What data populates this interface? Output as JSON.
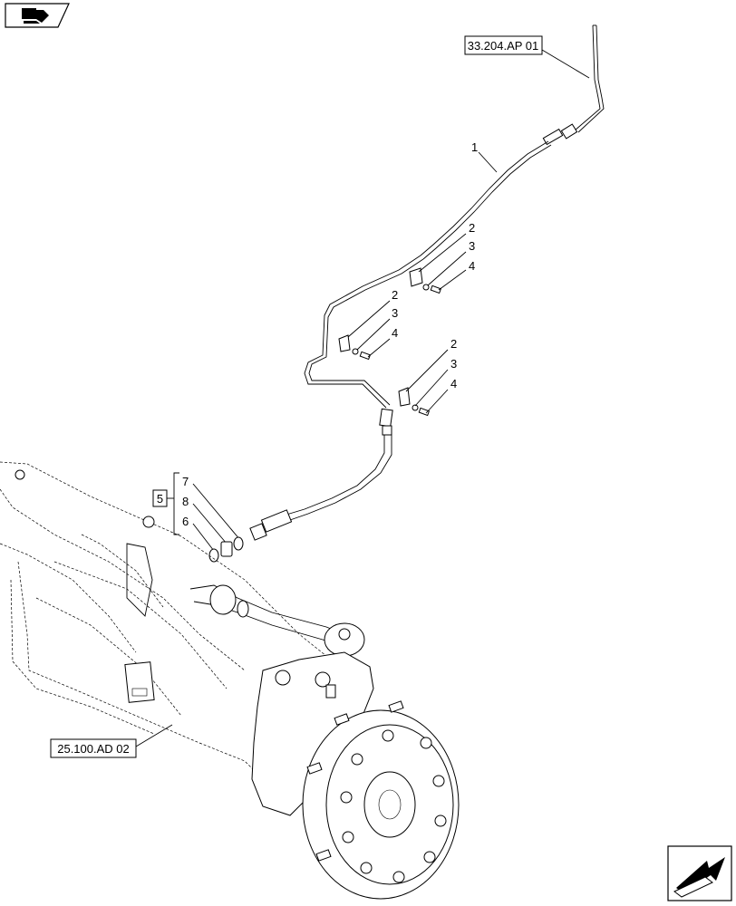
{
  "references": {
    "top_ref": "33.204.AP 01",
    "axle_ref": "25.100.AD 02"
  },
  "callouts": {
    "hose": "1",
    "clip_a": "2",
    "washer_a": "3",
    "bolt_a": "4",
    "clip_b": "2",
    "washer_b": "3",
    "bolt_b": "4",
    "clip_c": "2",
    "washer_c": "3",
    "bolt_c": "4",
    "kit": "5",
    "o_ring_outer": "6",
    "o_ring_inner": "7",
    "adapter": "8"
  },
  "icons": {
    "top_left": "book-hand-pointer-icon",
    "bottom_right": "next-page-arrow-icon"
  }
}
